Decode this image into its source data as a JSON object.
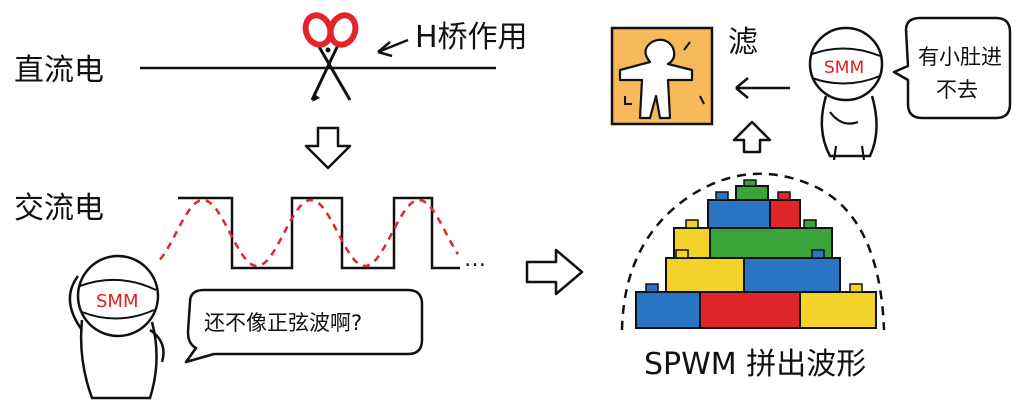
{
  "labels": {
    "dc": "直流电",
    "h_bridge": "H桥作用",
    "ac": "交流电",
    "filter": "滤",
    "spwm": "SPWM 拼出波形",
    "ellipsis": "…"
  },
  "bubbles": {
    "left": "还不像正弦波啊?",
    "right_line1": "有小肚进",
    "right_line2": "不去"
  },
  "characters": {
    "helmet_text": "SMM"
  },
  "colors": {
    "red": "#e0262b",
    "blue": "#2a74c4",
    "green": "#3aa43a",
    "yellow": "#f3d229",
    "orange_box": "#f5b95a",
    "outline": "#111111"
  }
}
